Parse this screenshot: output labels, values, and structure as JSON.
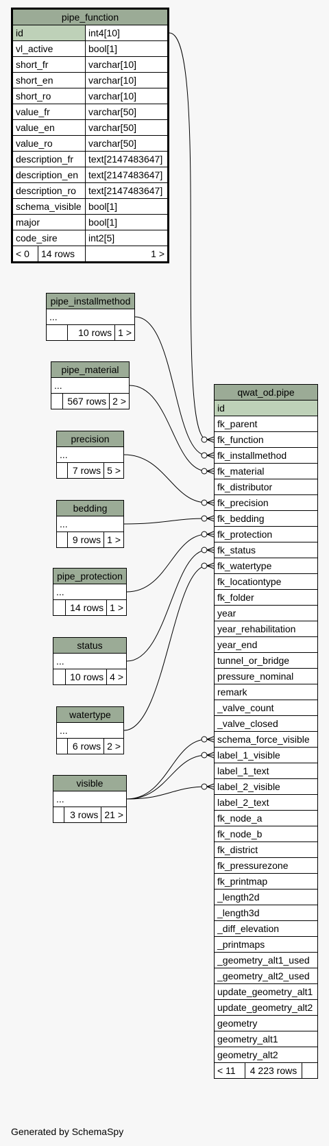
{
  "pipe_function": {
    "name": "pipe_function",
    "rows": [
      [
        "id",
        "int4[10]"
      ],
      [
        "vl_active",
        "bool[1]"
      ],
      [
        "short_fr",
        "varchar[10]"
      ],
      [
        "short_en",
        "varchar[10]"
      ],
      [
        "short_ro",
        "varchar[10]"
      ],
      [
        "value_fr",
        "varchar[50]"
      ],
      [
        "value_en",
        "varchar[50]"
      ],
      [
        "value_ro",
        "varchar[50]"
      ],
      [
        "description_fr",
        "text[2147483647]"
      ],
      [
        "description_en",
        "text[2147483647]"
      ],
      [
        "description_ro",
        "text[2147483647]"
      ],
      [
        "schema_visible",
        "bool[1]"
      ],
      [
        "major",
        "bool[1]"
      ],
      [
        "code_sire",
        "int2[5]"
      ]
    ],
    "footer": {
      "parents": "< 0",
      "rows": "14 rows",
      "children": "1 >"
    }
  },
  "small_tables": [
    {
      "name": "pipe_installmethod",
      "ellipsis": "...",
      "rows": "10 rows",
      "children": "1 >"
    },
    {
      "name": "pipe_material",
      "ellipsis": "...",
      "rows": "567 rows",
      "children": "2 >"
    },
    {
      "name": "precision",
      "ellipsis": "...",
      "rows": "7 rows",
      "children": "5 >"
    },
    {
      "name": "bedding",
      "ellipsis": "...",
      "rows": "9 rows",
      "children": "1 >"
    },
    {
      "name": "pipe_protection",
      "ellipsis": "...",
      "rows": "14 rows",
      "children": "1 >"
    },
    {
      "name": "status",
      "ellipsis": "...",
      "rows": "10 rows",
      "children": "4 >"
    },
    {
      "name": "watertype",
      "ellipsis": "...",
      "rows": "6 rows",
      "children": "2 >"
    },
    {
      "name": "visible",
      "ellipsis": "...",
      "rows": "3 rows",
      "children": "21 >"
    }
  ],
  "pipe": {
    "name": "qwat_od.pipe",
    "columns": [
      "id",
      "fk_parent",
      "fk_function",
      "fk_installmethod",
      "fk_material",
      "fk_distributor",
      "fk_precision",
      "fk_bedding",
      "fk_protection",
      "fk_status",
      "fk_watertype",
      "fk_locationtype",
      "fk_folder",
      "year",
      "year_rehabilitation",
      "year_end",
      "tunnel_or_bridge",
      "pressure_nominal",
      "remark",
      "_valve_count",
      "_valve_closed",
      "schema_force_visible",
      "label_1_visible",
      "label_1_text",
      "label_2_visible",
      "label_2_text",
      "fk_node_a",
      "fk_node_b",
      "fk_district",
      "fk_pressurezone",
      "fk_printmap",
      "_length2d",
      "_length3d",
      "_diff_elevation",
      "_printmaps",
      "_geometry_alt1_used",
      "_geometry_alt2_used",
      "update_geometry_alt1",
      "update_geometry_alt2",
      "geometry",
      "geometry_alt1",
      "geometry_alt2"
    ],
    "footer": {
      "parents": "< 11",
      "rows": "4 223 rows",
      "children": ""
    }
  },
  "footer_text": "Generated by SchemaSpy",
  "colors": {
    "header": "#9bab96",
    "primary_key": "#bed1b8",
    "background": "#f7f7f7"
  }
}
